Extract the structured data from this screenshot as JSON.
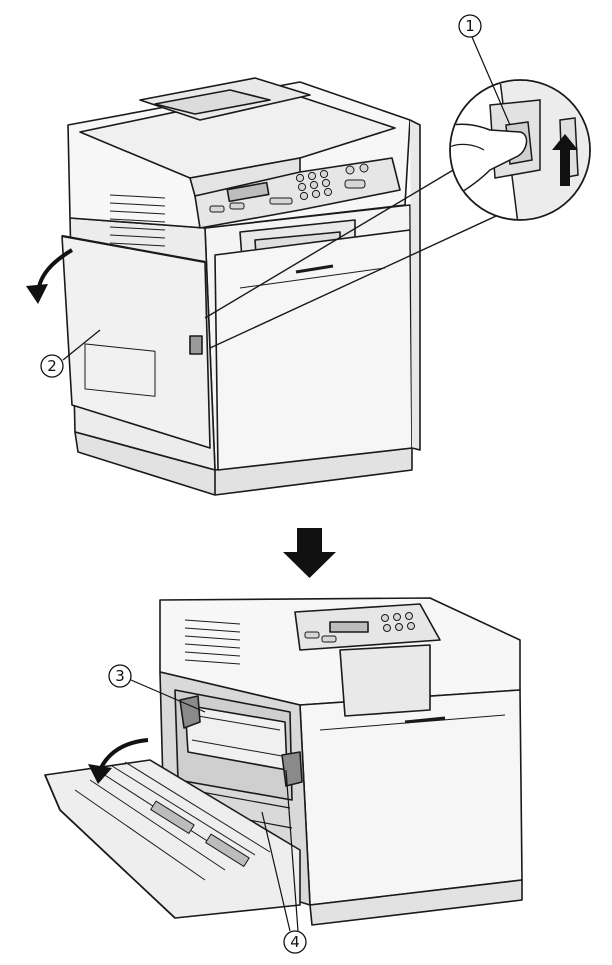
{
  "colors": {
    "line": "#1a1a1a",
    "body": "#f4f4f4",
    "panel": "#e6e6e6",
    "dark": "#8a8a8a",
    "shadow": "#cfcfcf"
  },
  "callouts": [
    {
      "id": "c1",
      "label": "1"
    },
    {
      "id": "c2",
      "label": "2"
    },
    {
      "id": "c3",
      "label": "3"
    },
    {
      "id": "c4",
      "label": "4"
    }
  ],
  "icons": {
    "transition": "arrow-down-icon",
    "door_open_top": "curved-arrow-icon",
    "door_open_bottom": "curved-arrow-icon",
    "lever_pull": "arrow-up-icon"
  }
}
